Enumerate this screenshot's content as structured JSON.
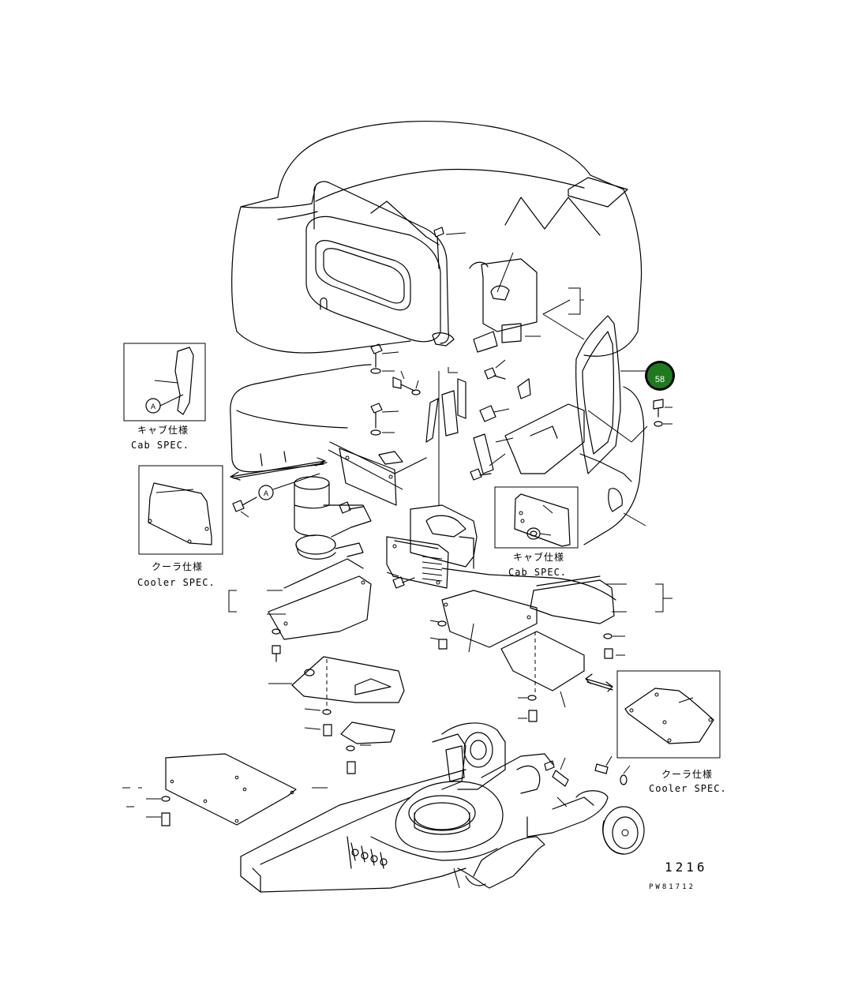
{
  "callout": {
    "label": "58",
    "color": "#1f7a1f",
    "ring_color": "#000000"
  },
  "insets": [
    {
      "jp": "キャブ仕様",
      "en": "Cab SPEC.",
      "mark": "A"
    },
    {
      "jp": "クーラ仕様",
      "en": "Cooler SPEC."
    },
    {
      "jp": "キャブ仕様",
      "en": "Cab SPEC."
    },
    {
      "jp": "クーラ仕様",
      "en": "Cooler SPEC."
    }
  ],
  "ref_mark": "A",
  "ref_mark_top": "∩",
  "page_number": "1216",
  "drawing_code": "PW81712"
}
